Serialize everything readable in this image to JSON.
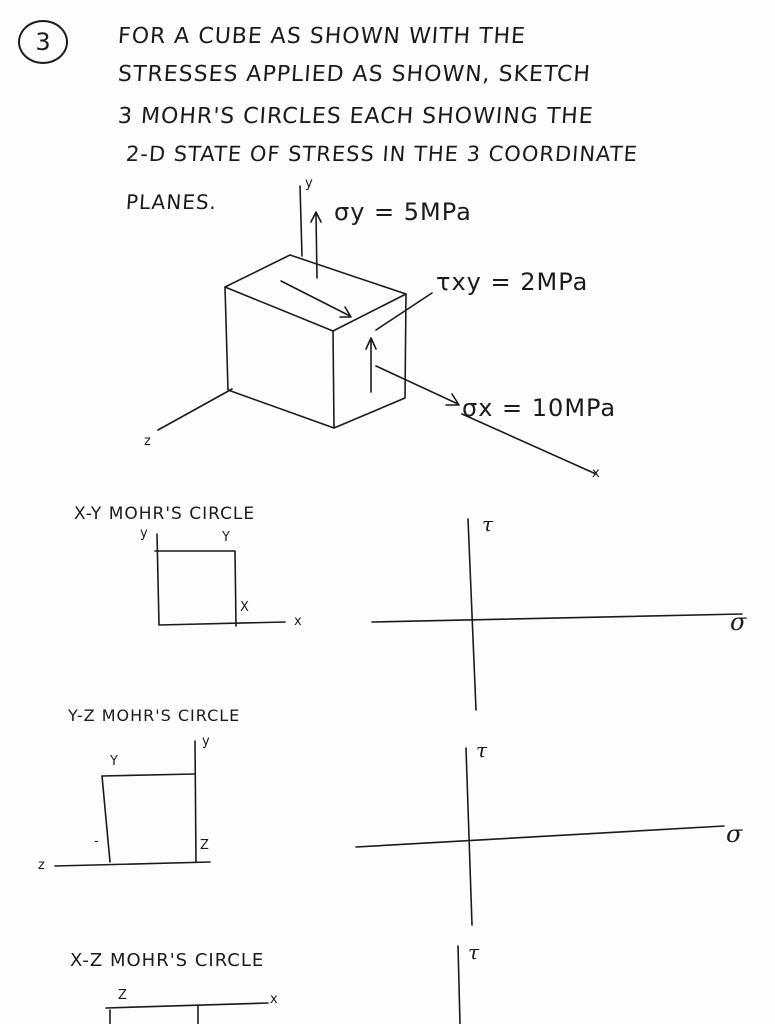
{
  "problem": {
    "number": "3",
    "lines": [
      "FOR A CUBE AS SHOWN WITH THE",
      "STRESSES APPLIED AS SHOWN, SKETCH",
      "3 MOHR'S CIRCLES EACH SHOWING THE",
      "2-D STATE OF STRESS IN THE 3 COORDINATE",
      "PLANES."
    ]
  },
  "cube": {
    "sigma_y": "σy = 5MPa",
    "tau_xy": "τxy = 2MPa",
    "sigma_x": "σx = 10MPa",
    "axis_y": "y",
    "axis_z": "z",
    "axis_x": "x"
  },
  "sections": [
    {
      "title": "X-Y  MOHR'S CIRCLE",
      "face_v_axis": "y",
      "face_top_label": "Y",
      "face_right_label": "X",
      "face_h_axis": "x",
      "tau_label": "τ",
      "sigma_label": "σ"
    },
    {
      "title": "Y-Z  MOHR'S CIRCLE",
      "face_v_axis": "y",
      "face_top_label": "Y",
      "face_right_label": "Z",
      "face_h_axis": "z",
      "face_dash": "-",
      "tau_label": "τ",
      "sigma_label": "σ"
    },
    {
      "title": "X-Z  MOHR'S CIRCLE",
      "face_top_label": "Z",
      "face_h_axis": "x",
      "tau_label": "τ"
    }
  ]
}
